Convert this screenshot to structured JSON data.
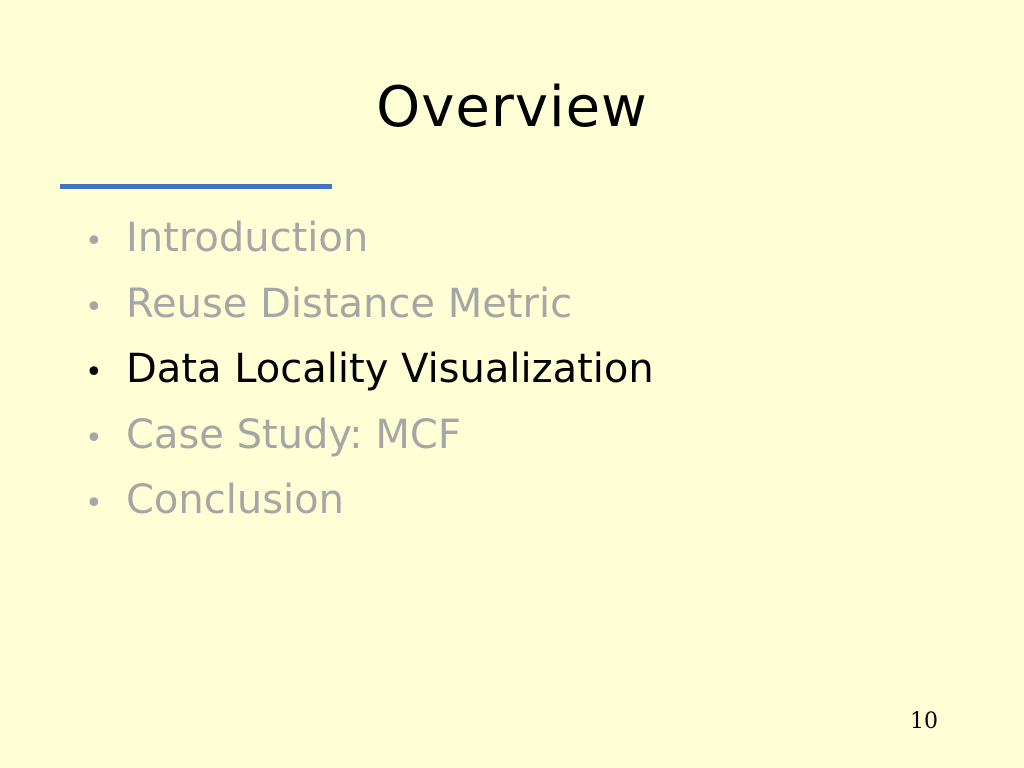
{
  "slide": {
    "title": "Overview",
    "page_number": "10",
    "accent_rule_color": "#4472c4",
    "background_color": "#ffffd5",
    "bullets": [
      {
        "text": "Introduction",
        "state": "inactive",
        "color": "#a6a6a6"
      },
      {
        "text": "Reuse Distance Metric",
        "state": "inactive",
        "color": "#a6a6a6"
      },
      {
        "text": "Data Locality Visualization",
        "state": "active",
        "color": "#000000"
      },
      {
        "text": "Case Study: MCF",
        "state": "inactive",
        "color": "#a6a6a6"
      },
      {
        "text": "Conclusion",
        "state": "inactive",
        "color": "#a6a6a6"
      }
    ]
  }
}
